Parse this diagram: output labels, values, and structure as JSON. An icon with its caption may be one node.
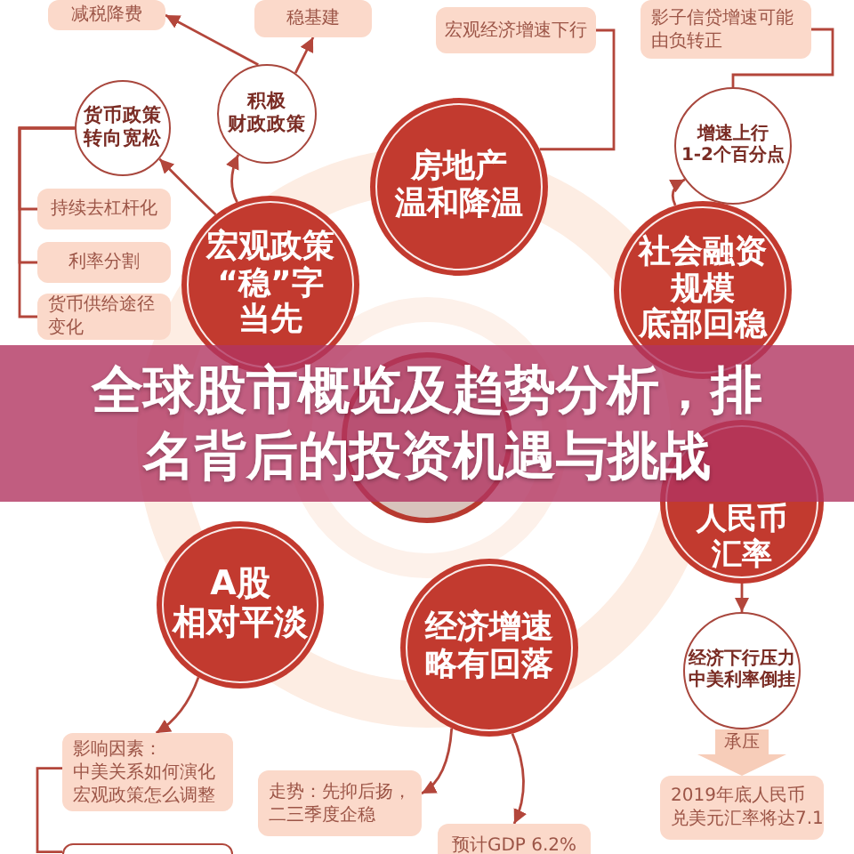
{
  "diagram": {
    "title": "全球股市概览及趋势分析，排名背后的投资机遇与挑战",
    "nodes": [
      {
        "text": [
          "减税降费"
        ]
      },
      {
        "text": [
          "稳基建"
        ]
      },
      {
        "text": [
          "宏观经济增速下行"
        ]
      },
      {
        "text": [
          "影子信贷增速可能由负转正"
        ]
      },
      {
        "text": [
          "货币政策转向宽松"
        ]
      },
      {
        "text": [
          "积极财政政策"
        ]
      },
      {
        "text": [
          "房地产温和降温"
        ]
      },
      {
        "text": [
          "增速上行1-2个百分点"
        ]
      },
      {
        "text": [
          "持续去杠杆化"
        ]
      },
      {
        "text": [
          "宏观政策“稳”字当先"
        ]
      },
      {
        "text": [
          "利率分割"
        ]
      },
      {
        "text": [
          "社会融资规模底部回稳"
        ]
      },
      {
        "text": [
          "货币供给途径变化"
        ]
      },
      {
        "text": [],
        "shape": "circle"
      },
      {
        "text": [
          "人民币汇率"
        ]
      },
      {
        "text": [
          "A股相对平淡"
        ]
      },
      {
        "text": [
          "经济增速略有回落"
        ]
      },
      {
        "text": [
          "经济下行压力中美利率倒挂"
        ]
      },
      {
        "text": [
          "影响因素：",
          "中美关系如何演化",
          "宏观政策怎么调整"
        ]
      },
      {
        "text": [
          "走势：先抑后扬，二三季度企稳"
        ]
      },
      {
        "text": [
          "2019年底人民币兑美元汇率将达7.1"
        ]
      },
      {
        "text": [
          "预计GDP 6.2%"
        ]
      },
      {
        "text": [],
        "shape": "box"
      }
    ],
    "edges": [
      {
        "from": 9,
        "to": 4,
        "arrow": "to"
      },
      {
        "from": 9,
        "to": 5,
        "arrow": "to"
      },
      {
        "from": 5,
        "to": 0,
        "arrow": "to"
      },
      {
        "from": 5,
        "to": 1,
        "arrow": "to"
      },
      {
        "from": 4,
        "to": 8,
        "arrow": "none"
      },
      {
        "from": 4,
        "to": 10,
        "arrow": "none"
      },
      {
        "from": 4,
        "to": 12,
        "arrow": "none"
      },
      {
        "from": 6,
        "to": 2,
        "arrow": "none"
      },
      {
        "from": 3,
        "to": 7,
        "arrow": "none"
      },
      {
        "from": 11,
        "to": 7,
        "arrow": "to"
      },
      {
        "from": 14,
        "to": 17,
        "arrow": "to"
      },
      {
        "from": 17,
        "to": 20,
        "arrow": "to",
        "label": "承压",
        "style": "thick",
        "color": "#f7cdb9"
      },
      {
        "from": 15,
        "to": 18,
        "arrow": "to"
      },
      {
        "from": 16,
        "to": 19,
        "arrow": "to"
      },
      {
        "from": 16,
        "to": 21,
        "arrow": "to"
      },
      {
        "from": 18,
        "to": 22,
        "arrow": "none"
      }
    ]
  }
}
